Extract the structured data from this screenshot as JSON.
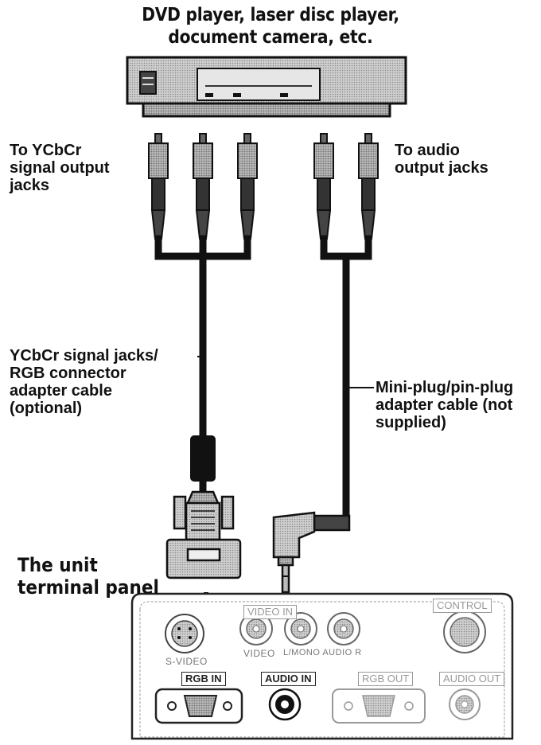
{
  "device": {
    "title_line1": "DVD player, laser disc player,",
    "title_line2": "document camera, etc."
  },
  "labels": {
    "ycbcr_out_line1": "To YCbCr",
    "ycbcr_out_line2": "signal output",
    "ycbcr_out_line3": "jacks",
    "audio_out_line1": "To audio",
    "audio_out_line2": "output jacks",
    "adapter_line1": "YCbCr signal jacks/",
    "adapter_line2": "RGB connector",
    "adapter_line3": "adapter cable",
    "adapter_line4": "(optional)",
    "mini_line1": "Mini-plug/pin-plug",
    "mini_line2": "adapter cable (not",
    "mini_line3": "supplied)",
    "unit_line1": "The unit",
    "unit_line2": "terminal panel"
  },
  "panel": {
    "video_in": "VIDEO IN",
    "s_video": "S-VIDEO",
    "video": "VIDEO",
    "mono_audio": "L/MONO AUDIO R",
    "control": "CONTROL",
    "rgb_in": "RGB IN",
    "audio_in": "AUDIO IN",
    "rgb_out": "RGB OUT",
    "audio_out": "AUDIO OUT"
  }
}
